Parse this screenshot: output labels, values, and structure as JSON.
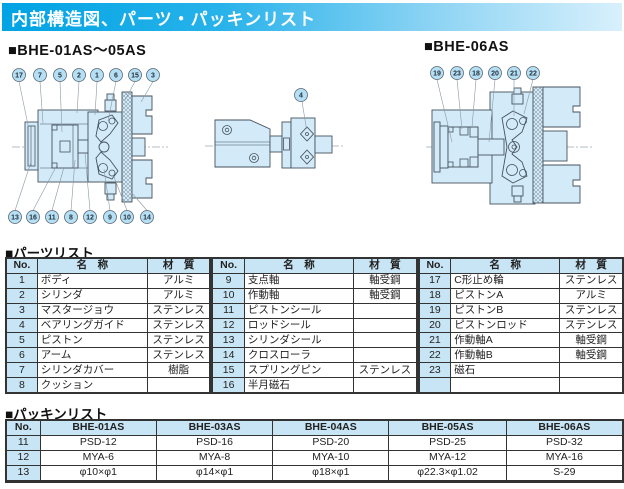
{
  "page": {
    "title": "内部構造図、パーツ・パッキンリスト"
  },
  "colors": {
    "header_gradient_start": "#00a3e4",
    "header_gradient_end": "#d9f0fc",
    "diagram_fill": "#d3eaf8",
    "diagram_stroke": "#45535e",
    "callout_fill": "#b5dff4",
    "table_header_bg": "#c8e5f5",
    "table_border": "#333333"
  },
  "diagrams": {
    "left": {
      "label": "■BHE-01AS～05AS",
      "callouts_top": [
        "17",
        "7",
        "5",
        "2",
        "1",
        "6",
        "15",
        "3"
      ],
      "callouts_bottom": [
        "13",
        "16",
        "11",
        "8",
        "12",
        "9",
        "10",
        "14"
      ]
    },
    "middle": {
      "callout": "4"
    },
    "right": {
      "label": "■BHE-06AS",
      "callouts_top": [
        "19",
        "23",
        "18",
        "20",
        "21",
        "22"
      ]
    }
  },
  "parts_list": {
    "heading": "■パーツリスト",
    "col_headers": {
      "no": "No.",
      "name": "名　称",
      "material": "材　質"
    },
    "groups": [
      {
        "rows": [
          {
            "no": "1",
            "name": "ボディ",
            "material": "アルミ"
          },
          {
            "no": "2",
            "name": "シリンダ",
            "material": "アルミ"
          },
          {
            "no": "3",
            "name": "マスタージョウ",
            "material": "ステンレス"
          },
          {
            "no": "4",
            "name": "ベアリングガイド",
            "material": "ステンレス"
          },
          {
            "no": "5",
            "name": "ピストン",
            "material": "ステンレス"
          },
          {
            "no": "6",
            "name": "アーム",
            "material": "ステンレス"
          },
          {
            "no": "7",
            "name": "シリンダカバー",
            "material": "樹脂"
          },
          {
            "no": "8",
            "name": "クッション",
            "material": ""
          }
        ]
      },
      {
        "rows": [
          {
            "no": "9",
            "name": "支点軸",
            "material": "軸受鋼"
          },
          {
            "no": "10",
            "name": "作動軸",
            "material": "軸受鋼"
          },
          {
            "no": "11",
            "name": "ピストンシール",
            "material": ""
          },
          {
            "no": "12",
            "name": "ロッドシール",
            "material": ""
          },
          {
            "no": "13",
            "name": "シリンダシール",
            "material": ""
          },
          {
            "no": "14",
            "name": "クロスローラ",
            "material": ""
          },
          {
            "no": "15",
            "name": "スプリングピン",
            "material": "ステンレス"
          },
          {
            "no": "16",
            "name": "半月磁石",
            "material": ""
          }
        ]
      },
      {
        "rows": [
          {
            "no": "17",
            "name": "C形止め輪",
            "material": "ステンレス"
          },
          {
            "no": "18",
            "name": "ピストンA",
            "material": "アルミ"
          },
          {
            "no": "19",
            "name": "ピストンB",
            "material": "ステンレス"
          },
          {
            "no": "20",
            "name": "ピストンロッド",
            "material": "ステンレス"
          },
          {
            "no": "21",
            "name": "作動軸A",
            "material": "軸受鋼"
          },
          {
            "no": "22",
            "name": "作動軸B",
            "material": "軸受鋼"
          },
          {
            "no": "23",
            "name": "磁石",
            "material": ""
          },
          {
            "no": "",
            "name": "",
            "material": ""
          }
        ]
      }
    ]
  },
  "packing_list": {
    "heading": "■パッキンリスト",
    "headers": [
      "No.",
      "BHE-01AS",
      "BHE-03AS",
      "BHE-04AS",
      "BHE-05AS",
      "BHE-06AS"
    ],
    "rows": [
      {
        "no": "11",
        "values": [
          "PSD-12",
          "PSD-16",
          "PSD-20",
          "PSD-25",
          "PSD-32"
        ]
      },
      {
        "no": "12",
        "values": [
          "MYA-6",
          "MYA-8",
          "MYA-10",
          "MYA-12",
          "MYA-16"
        ]
      },
      {
        "no": "13",
        "values": [
          "φ10×φ1",
          "φ14×φ1",
          "φ18×φ1",
          "φ22.3×φ1.02",
          "S-29"
        ]
      }
    ]
  }
}
